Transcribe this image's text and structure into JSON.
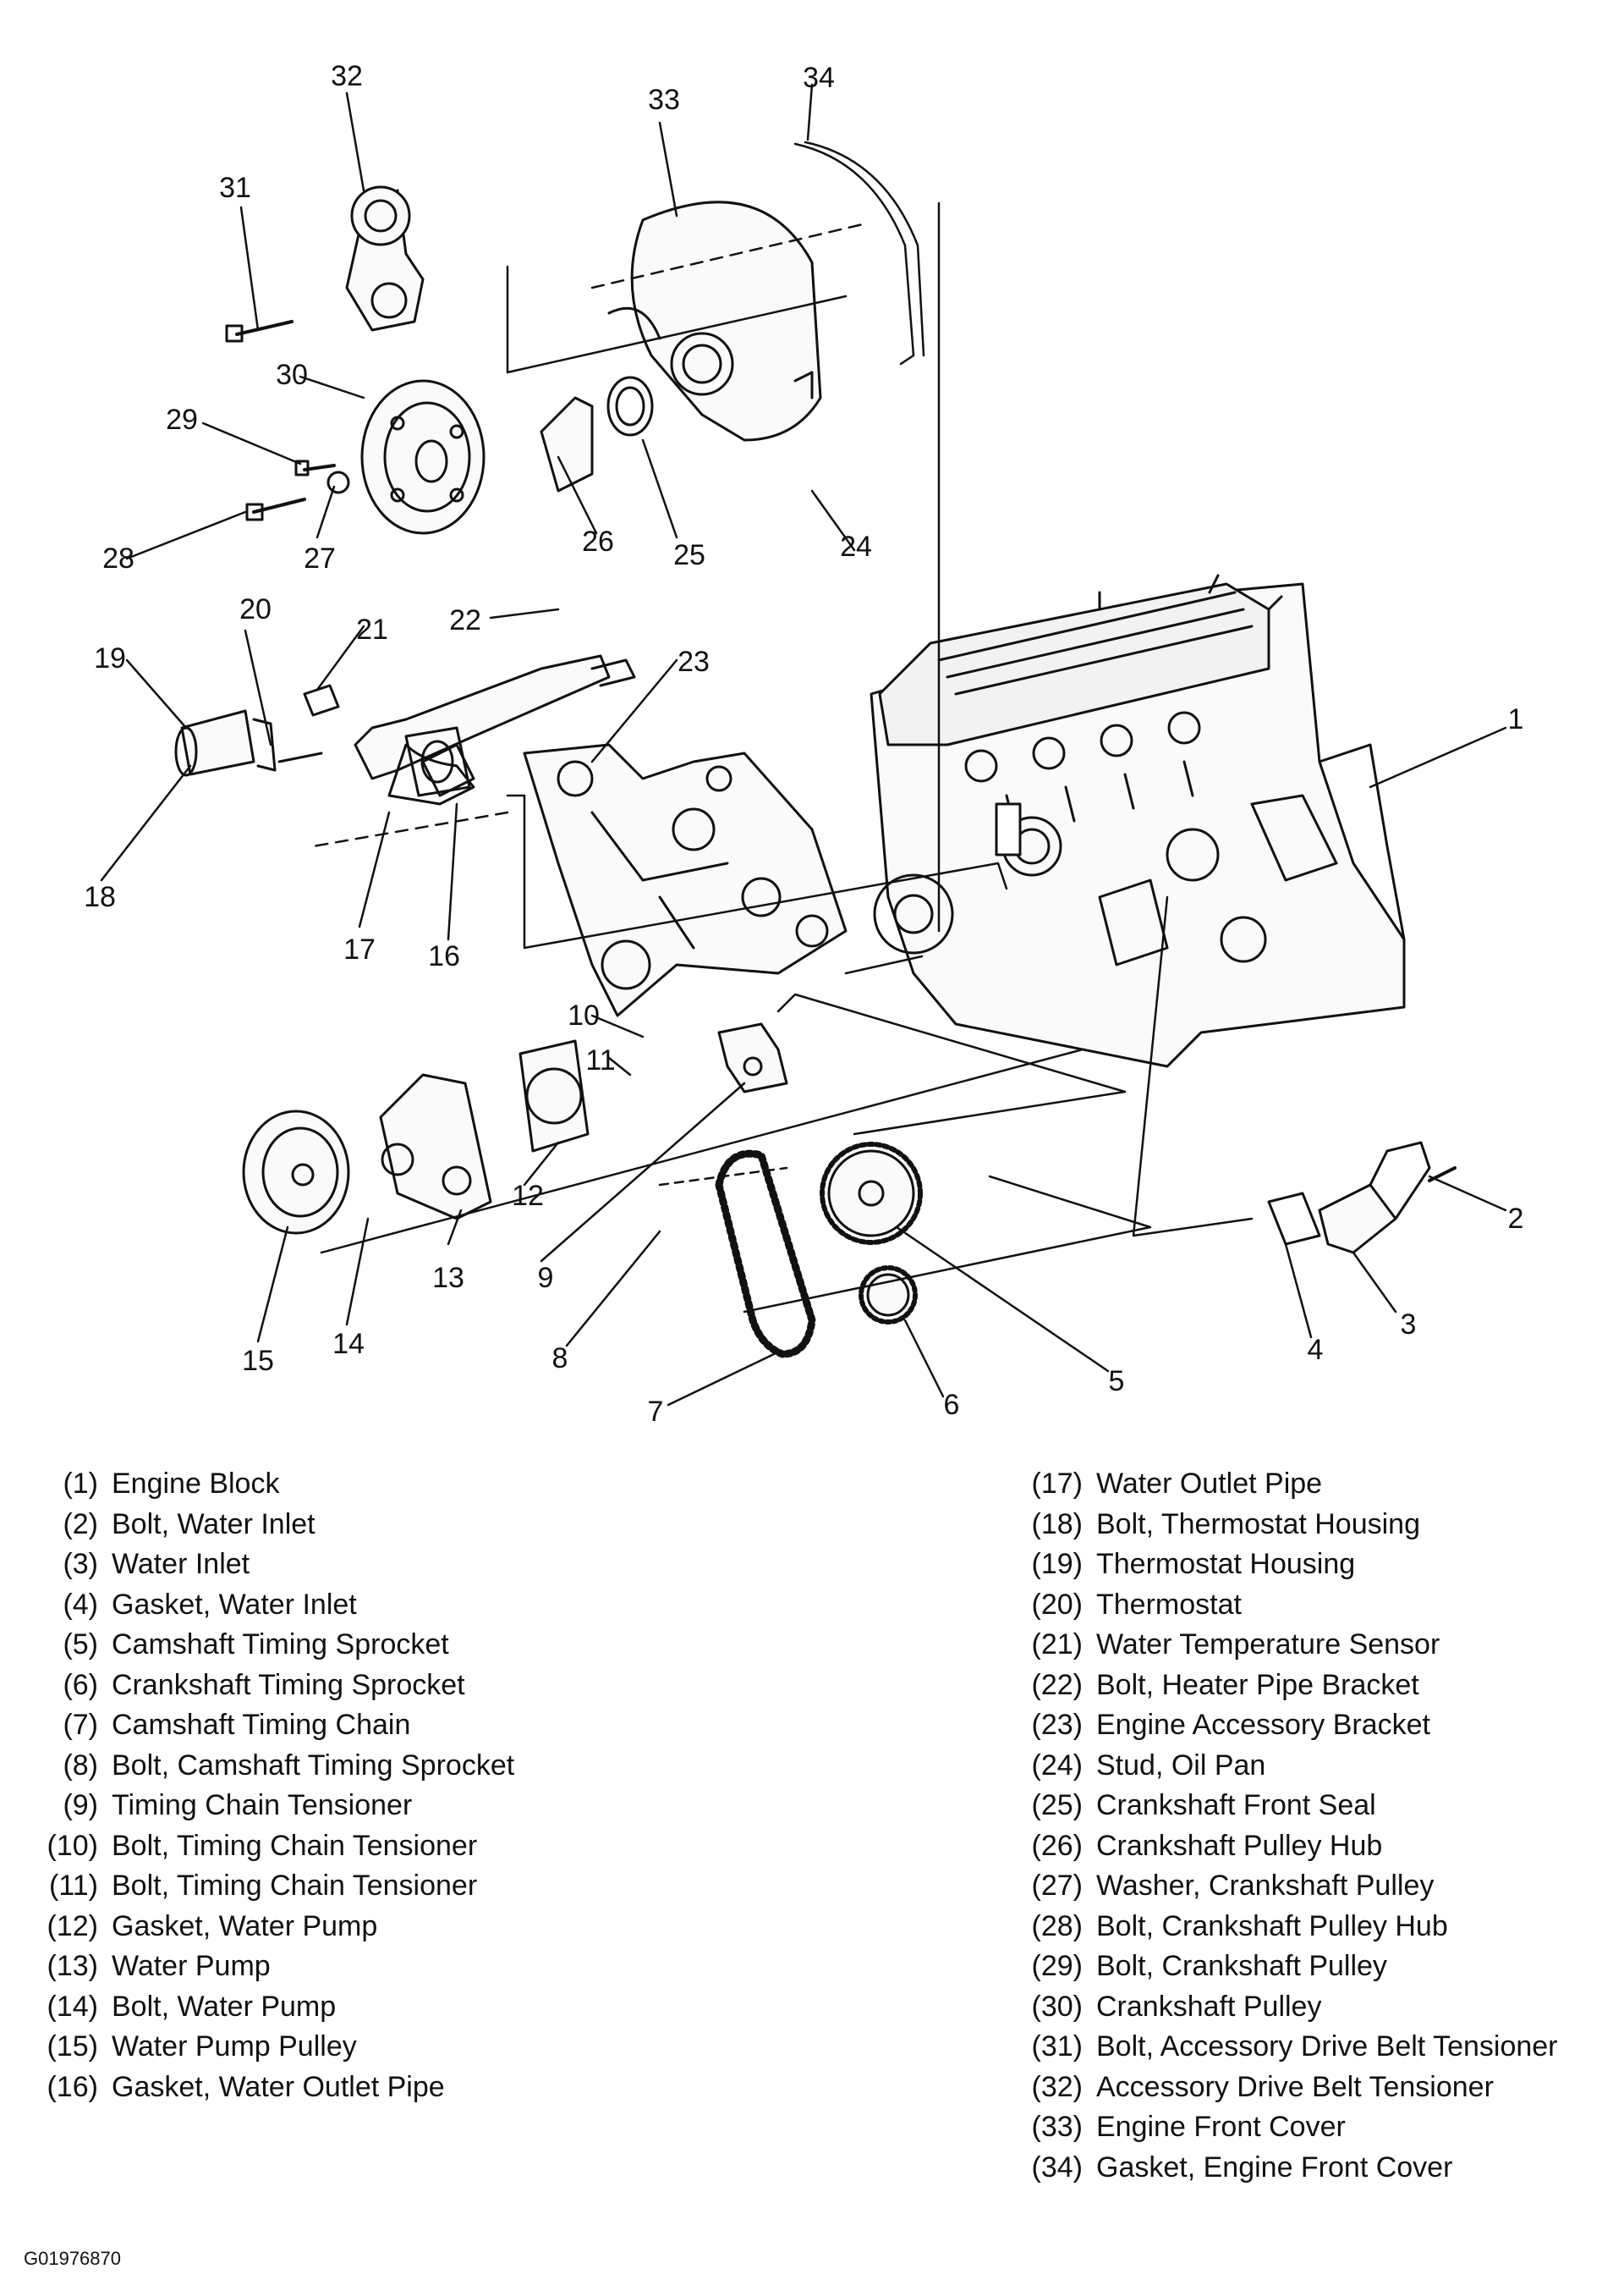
{
  "callouts": [
    {
      "n": "1"
    },
    {
      "n": "2"
    },
    {
      "n": "3"
    },
    {
      "n": "4"
    },
    {
      "n": "5"
    },
    {
      "n": "6"
    },
    {
      "n": "7"
    },
    {
      "n": "8"
    },
    {
      "n": "9"
    },
    {
      "n": "10"
    },
    {
      "n": "11"
    },
    {
      "n": "12"
    },
    {
      "n": "13"
    },
    {
      "n": "14"
    },
    {
      "n": "15"
    },
    {
      "n": "16"
    },
    {
      "n": "17"
    },
    {
      "n": "18"
    },
    {
      "n": "19"
    },
    {
      "n": "20"
    },
    {
      "n": "21"
    },
    {
      "n": "22"
    },
    {
      "n": "23"
    },
    {
      "n": "24"
    },
    {
      "n": "25"
    },
    {
      "n": "26"
    },
    {
      "n": "27"
    },
    {
      "n": "28"
    },
    {
      "n": "29"
    },
    {
      "n": "30"
    },
    {
      "n": "31"
    },
    {
      "n": "32"
    },
    {
      "n": "33"
    },
    {
      "n": "34"
    }
  ],
  "legend": {
    "left": [
      {
        "num": "(1)",
        "label": "Engine Block"
      },
      {
        "num": "(2)",
        "label": "Bolt, Water Inlet"
      },
      {
        "num": "(3)",
        "label": "Water Inlet"
      },
      {
        "num": "(4)",
        "label": "Gasket, Water Inlet"
      },
      {
        "num": "(5)",
        "label": "Camshaft Timing Sprocket"
      },
      {
        "num": "(6)",
        "label": "Crankshaft Timing Sprocket"
      },
      {
        "num": "(7)",
        "label": "Camshaft Timing Chain"
      },
      {
        "num": "(8)",
        "label": "Bolt, Camshaft Timing Sprocket"
      },
      {
        "num": "(9)",
        "label": "Timing Chain Tensioner"
      },
      {
        "num": "(10)",
        "label": "Bolt, Timing Chain Tensioner"
      },
      {
        "num": "(11)",
        "label": "Bolt, Timing Chain Tensioner"
      },
      {
        "num": "(12)",
        "label": "Gasket, Water Pump"
      },
      {
        "num": "(13)",
        "label": "Water Pump"
      },
      {
        "num": "(14)",
        "label": "Bolt, Water Pump"
      },
      {
        "num": "(15)",
        "label": "Water Pump Pulley"
      },
      {
        "num": "(16)",
        "label": "Gasket, Water Outlet Pipe"
      }
    ],
    "right": [
      {
        "num": "(17)",
        "label": "Water Outlet Pipe"
      },
      {
        "num": "(18)",
        "label": "Bolt, Thermostat Housing"
      },
      {
        "num": "(19)",
        "label": "Thermostat Housing"
      },
      {
        "num": "(20)",
        "label": "Thermostat"
      },
      {
        "num": "(21)",
        "label": "Water Temperature Sensor"
      },
      {
        "num": "(22)",
        "label": "Bolt, Heater Pipe Bracket"
      },
      {
        "num": "(23)",
        "label": "Engine Accessory Bracket"
      },
      {
        "num": "(24)",
        "label": "Stud, Oil Pan"
      },
      {
        "num": "(25)",
        "label": "Crankshaft Front Seal"
      },
      {
        "num": "(26)",
        "label": "Crankshaft Pulley Hub"
      },
      {
        "num": "(27)",
        "label": "Washer, Crankshaft Pulley"
      },
      {
        "num": "(28)",
        "label": "Bolt, Crankshaft Pulley Hub"
      },
      {
        "num": "(29)",
        "label": "Bolt, Crankshaft Pulley"
      },
      {
        "num": "(30)",
        "label": "Crankshaft Pulley"
      },
      {
        "num": "(31)",
        "label": "Bolt, Accessory Drive Belt Tensioner"
      },
      {
        "num": "(32)",
        "label": "Accessory Drive Belt Tensioner"
      },
      {
        "num": "(33)",
        "label": "Engine Front Cover"
      },
      {
        "num": "(34)",
        "label": "Gasket, Engine Front Cover"
      }
    ]
  },
  "figure_id": "G01976870"
}
